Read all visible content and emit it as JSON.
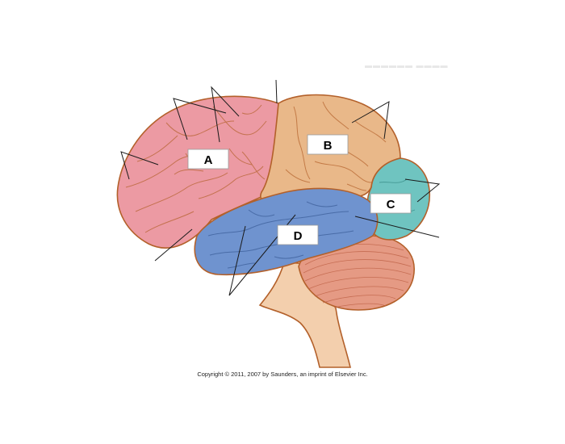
{
  "labels": {
    "a": "A",
    "b": "B",
    "c": "C",
    "d": "D"
  },
  "copyright": "Copyright © 2011, 2007 by Saunders, an imprint of Elsevier Inc.",
  "colors": {
    "frontal": "#ec9aa3",
    "parietal": "#e9b889",
    "occipital": "#6fc4c0",
    "temporal": "#6f93cf",
    "cerebellum": "#e59a84",
    "brainstem": "#f3cfad",
    "outline": "#b3602a"
  }
}
